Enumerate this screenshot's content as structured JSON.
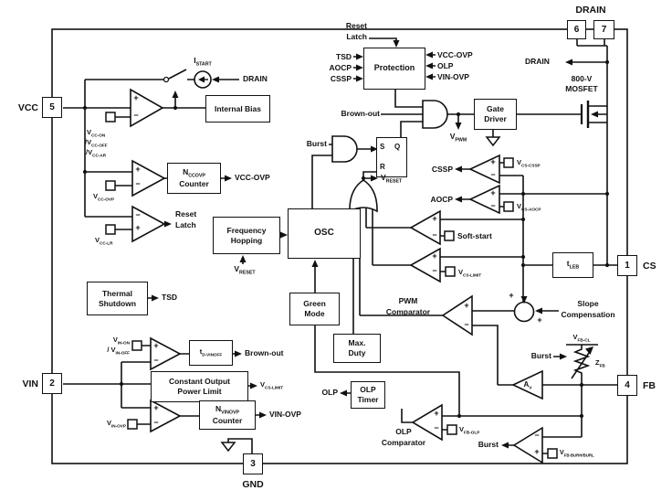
{
  "palette": {
    "ink": "#111111",
    "bg": "#ffffff"
  },
  "pins": {
    "vcc": {
      "num": "5",
      "label": "VCC"
    },
    "vin": {
      "num": "2",
      "label": "VIN"
    },
    "gnd": {
      "num": "3",
      "label": "GND"
    },
    "cs": {
      "num": "1",
      "label": "CS"
    },
    "fb": {
      "num": "4",
      "label": "FB"
    },
    "drain": {
      "num_left": "6",
      "num_right": "7",
      "label": "DRAIN"
    }
  },
  "glyphs": {
    "plus": "+",
    "minus": "−",
    "s": "S",
    "q": "Q",
    "r": "R"
  },
  "startup": {
    "istart": "I_{START}",
    "drain_feed": "DRAIN"
  },
  "vcc_block": {
    "uvlo_refs": [
      "V_{CC-ON}",
      "/V_{CC-OFF}",
      "/V_{CC-AR}"
    ],
    "internal_bias": "Internal Bias",
    "ovp_counter": [
      "N_{CCOVP}",
      "Counter"
    ],
    "ovp_signal": "VCC-OVP",
    "ovp_ref": "V_{CC-OVP}",
    "lr_ref": "V_{CC-LR}",
    "reset_latch": [
      "Reset",
      "Latch"
    ],
    "thermal": [
      "Thermal",
      "Shutdown"
    ],
    "tsd_signal": "TSD"
  },
  "clock": {
    "freq_hop": [
      "Frequency",
      "Hopping"
    ],
    "vreset_in": "V_{RESET}",
    "osc": "OSC",
    "green_mode": [
      "Green",
      "Mode"
    ],
    "max_duty": [
      "Max.",
      "Duty"
    ]
  },
  "pwm": {
    "burst_in": "Burst",
    "vreset_tap": "V_{RESET}",
    "vpwm": "V_{PWM}",
    "comparator": [
      "PWM",
      "Comparator"
    ],
    "slope": [
      "Slope",
      "Compensation"
    ],
    "soft_start": "Soft-start",
    "vcs_limit_ref": "V_{CS-LIMIT}"
  },
  "protection": {
    "box": "Protection",
    "reset_latch": [
      "Reset",
      "Latch"
    ],
    "left_inputs": [
      "TSD",
      "AOCP",
      "CSSP"
    ],
    "right_inputs": [
      "VCC-OVP",
      "OLP",
      "VIN-OVP"
    ],
    "brown_out": "Brown-out"
  },
  "output": {
    "gate_driver": [
      "Gate",
      "Driver"
    ],
    "mosfet": [
      "800-V",
      "MOSFET"
    ],
    "drain_signal": "DRAIN"
  },
  "cs_block": {
    "cssp_signal": "CSSP",
    "aocp_signal": "AOCP",
    "cssp_ref": "V_{CS-CSSP}",
    "aocp_ref": "V_{CS-AOCP}",
    "tleb": "t_{LEB}"
  },
  "fb_block": {
    "vfb_cl": "V_{FB-CL}",
    "zfb": "Z_{FB}",
    "burst_zfb": "Burst",
    "av": "A_{V}",
    "olp_timer": [
      "OLP",
      "Timer"
    ],
    "olp_signal": "OLP",
    "olp_comparator": [
      "OLP",
      "Comparator"
    ],
    "vfb_olp_ref": "V_{FB-OLP}",
    "burst_out": "Burst",
    "burst_ref": "V_{FB-BURH/BURL}"
  },
  "vin_block": {
    "on_off_refs": [
      "V_{IN-ON}",
      "/ V_{IN-OFF}"
    ],
    "delay": "t_{D-VINOFF}",
    "brown_out": "Brown-out",
    "power_limit": [
      "Constant Output",
      "Power Limit"
    ],
    "vcs_limit_signal": "V_{CS-LIMIT}",
    "ovp_ref": "V_{IN-OVP}",
    "ovp_counter": [
      "N_{VINOVP}",
      "Counter"
    ],
    "ovp_signal": "VIN-OVP"
  }
}
